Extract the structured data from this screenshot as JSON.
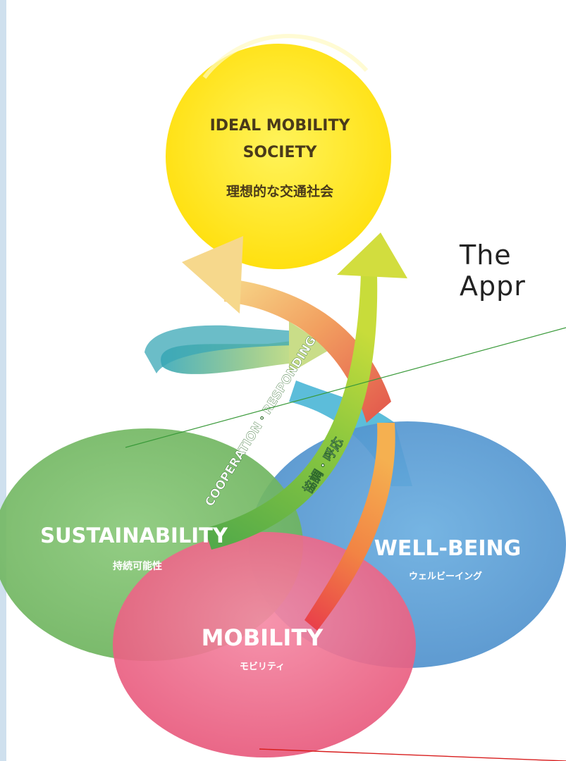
{
  "diagram": {
    "top_circle": {
      "title_line1": "IDEAL MOBILITY",
      "title_line2": "SOCIETY",
      "subtitle": "理想的な交通社会",
      "color": "#ffe421"
    },
    "sustainability": {
      "title": "SUSTAINABILITY",
      "subtitle": "持続可能性",
      "color": "#7bbf6a"
    },
    "wellbeing": {
      "title": "WELL-BEING",
      "subtitle": "ウェルビーイング",
      "color": "#5d9fd6"
    },
    "mobility": {
      "title": "MOBILITY",
      "subtitle": "モビリティ",
      "color": "#ef6b8a"
    },
    "arrow_labels": {
      "cooperation": "COOPERATION・RESPONDING",
      "cooperation_jp": "協調・呼応"
    }
  },
  "side_text": {
    "line1": "The",
    "line2": "Appr"
  },
  "colors": {
    "green_line": "#3a9a3a",
    "red_line": "#d81e1e",
    "left_border": "#c9dcea"
  }
}
